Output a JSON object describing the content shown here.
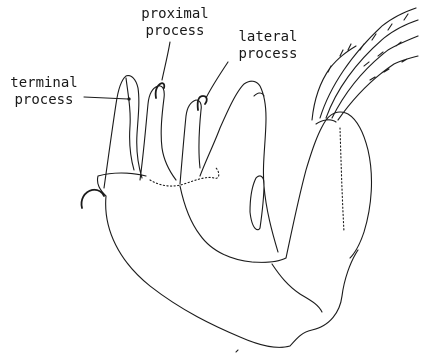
{
  "labels": {
    "terminal": {
      "line1": "terminal",
      "line2": "process"
    },
    "proximal": {
      "line1": "proximal",
      "line2": "process"
    },
    "lateral": {
      "line1": "lateral",
      "line2": "process"
    }
  },
  "colors": {
    "ink": "#1a1a1a",
    "background": "#ffffff"
  }
}
